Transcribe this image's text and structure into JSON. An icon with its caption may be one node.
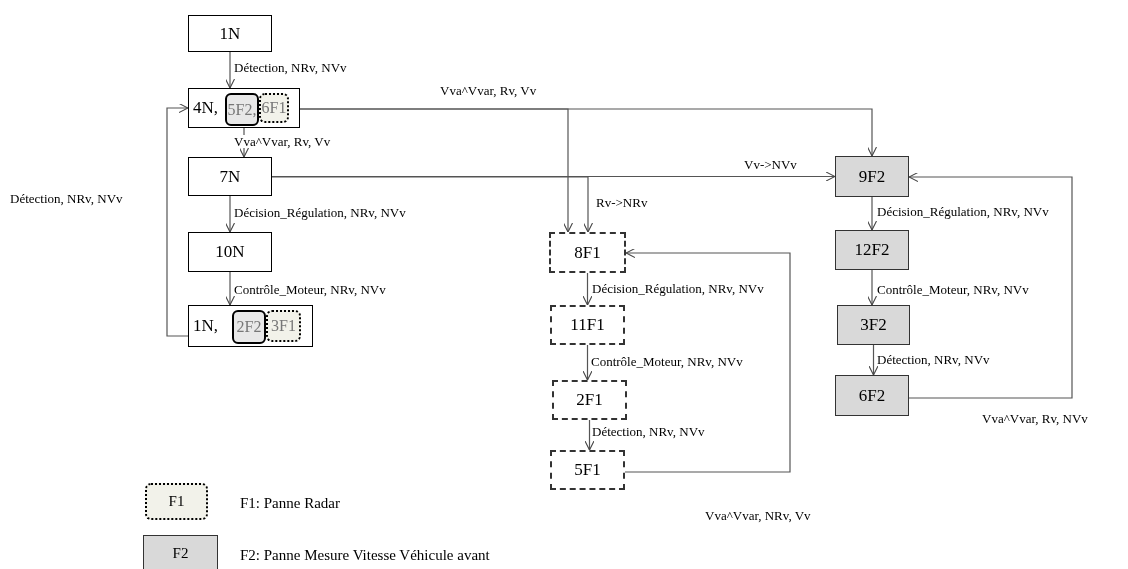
{
  "diagram": {
    "nodes": [
      {
        "text": [
          "1N"
        ]
      },
      {
        "text": [
          "4N,"
        ]
      },
      {
        "text": [
          "5F2,"
        ],
        "in": 1
      },
      {
        "text": [
          "6F1"
        ],
        "in": 1
      },
      {
        "text": [
          "7N"
        ]
      },
      {
        "text": [
          "10N"
        ]
      },
      {
        "text": [
          "1N,"
        ]
      },
      {
        "text": [
          "2F2"
        ],
        "in": 6
      },
      {
        "text": [
          "3F1"
        ],
        "in": 6
      },
      {
        "text": [
          "8F1"
        ]
      },
      {
        "text": [
          "11F1"
        ]
      },
      {
        "text": [
          "2F1"
        ]
      },
      {
        "text": [
          "5F1"
        ]
      },
      {
        "text": [
          "9F2"
        ]
      },
      {
        "text": [
          "12F2"
        ]
      },
      {
        "text": [
          "3F2"
        ]
      },
      {
        "text": [
          "6F2"
        ]
      }
    ],
    "edges": [
      {
        "from": 0,
        "to": 1,
        "arrow": "to",
        "label": "Détection, NRv, NVv"
      },
      {
        "from": 1,
        "to": 4,
        "arrow": "to",
        "label": "Vva^Vvar, Rv, Vv"
      },
      {
        "from": 4,
        "to": 5,
        "arrow": "to",
        "label": "Décision_Régulation, NRv, NVv"
      },
      {
        "from": 5,
        "to": 6,
        "arrow": "to",
        "label": "Contrôle_Moteur, NRv, NVv"
      },
      {
        "from": 6,
        "to": 1,
        "arrow": "to",
        "label": "Détection, NRv, NVv"
      },
      {
        "from": 1,
        "to": 13,
        "arrow": "to",
        "label": "Vva^Vvar, Rv, Vv"
      },
      {
        "from": 1,
        "to": 9,
        "arrow": "to"
      },
      {
        "from": 4,
        "to": 13,
        "arrow": "to",
        "label": "Vv->NVv"
      },
      {
        "from": 4,
        "to": 9,
        "arrow": "to",
        "label": "Rv->NRv"
      },
      {
        "from": 9,
        "to": 10,
        "arrow": "to",
        "label": "Décision_Régulation, NRv, NVv"
      },
      {
        "from": 10,
        "to": 11,
        "arrow": "to",
        "label": "Contrôle_Moteur, NRv, NVv"
      },
      {
        "from": 11,
        "to": 12,
        "arrow": "to",
        "label": "Détection, NRv, NVv"
      },
      {
        "from": 12,
        "to": 9,
        "arrow": "to",
        "label": "Vva^Vvar, NRv, Vv"
      },
      {
        "from": 13,
        "to": 14,
        "arrow": "to",
        "label": "Décision_Régulation, NRv, NVv"
      },
      {
        "from": 14,
        "to": 15,
        "arrow": "to",
        "label": "Contrôle_Moteur, NRv, NVv"
      },
      {
        "from": 15,
        "to": 16,
        "arrow": "to",
        "label": "Détection, NRv, NVv"
      },
      {
        "from": 16,
        "to": 13,
        "arrow": "to",
        "label": "Vva^Vvar, Rv, NVv"
      }
    ],
    "labels": [
      "F1",
      "F2"
    ],
    "legend": [
      {
        "text": "F1: Panne Radar"
      },
      {
        "text": "F2: Panne Mesure Vitesse Véhicule avant",
        "color": "#d9d9d9"
      }
    ]
  }
}
